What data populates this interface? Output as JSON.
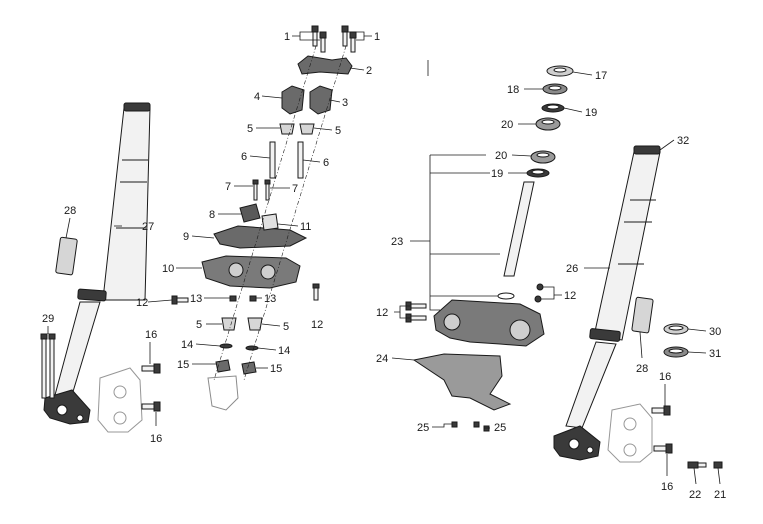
{
  "diagram": {
    "type": "exploded-parts-diagram",
    "colors": {
      "line": "#1a1a1a",
      "part_light": "#f2f2f2",
      "part_mid": "#cfcfcf",
      "part_dark": "#3a3a3a",
      "background": "#ffffff"
    },
    "callouts": {
      "c1a": "1",
      "c1b": "1",
      "c2": "2",
      "c3": "3",
      "c4": "4",
      "c5a": "5",
      "c5b": "5",
      "c5c": "5",
      "c5d": "5",
      "c6a": "6",
      "c6b": "6",
      "c7a": "7",
      "c7b": "7",
      "c8": "8",
      "c9": "9",
      "c10": "10",
      "c11": "11",
      "c12a": "12",
      "c12b": "12",
      "c12c": "12",
      "c12d": "12",
      "c13a": "13",
      "c13b": "13",
      "c14a": "14",
      "c14b": "14",
      "c15a": "15",
      "c15b": "15",
      "c16a": "16",
      "c16b": "16",
      "c16c": "16",
      "c16d": "16",
      "c17": "17",
      "c18": "18",
      "c19a": "19",
      "c19b": "19",
      "c20a": "20",
      "c20b": "20",
      "c21": "21",
      "c22": "22",
      "c23": "23",
      "c24": "24",
      "c25a": "25",
      "c25b": "25",
      "c26": "26",
      "c27": "27",
      "c28a": "28",
      "c28b": "28",
      "c29": "29",
      "c30": "30",
      "c31": "31",
      "c32": "32"
    }
  }
}
